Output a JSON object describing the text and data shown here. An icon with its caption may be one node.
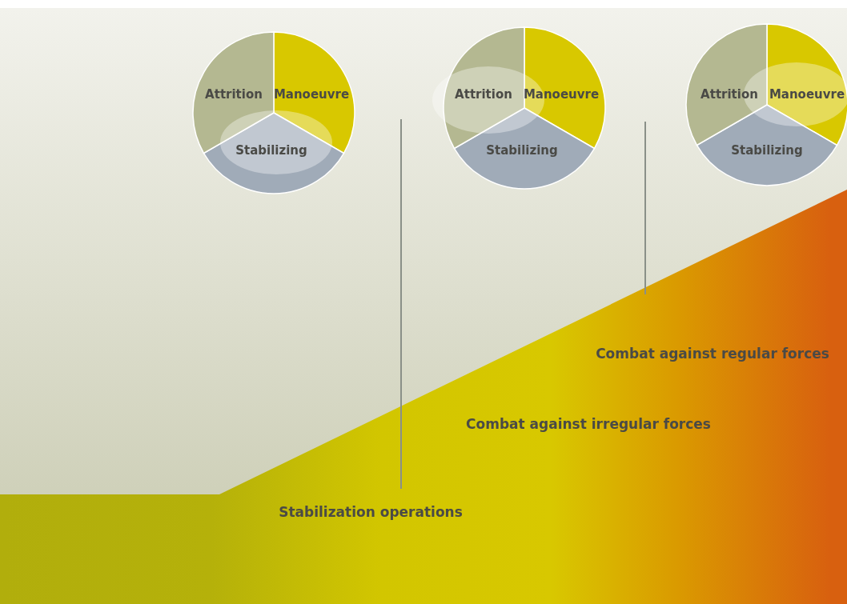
{
  "diagram": {
    "labels": [
      "Attrition",
      "Manoeuvre",
      "Stabilizing",
      "Attrition",
      "Manoeuvre",
      "Stabilizing",
      "Attrition",
      "Manoeuvre",
      "Stabilizing",
      "Combat against regular forces",
      "Combat against irregular forces",
      "Stabilization operations"
    ]
  }
}
